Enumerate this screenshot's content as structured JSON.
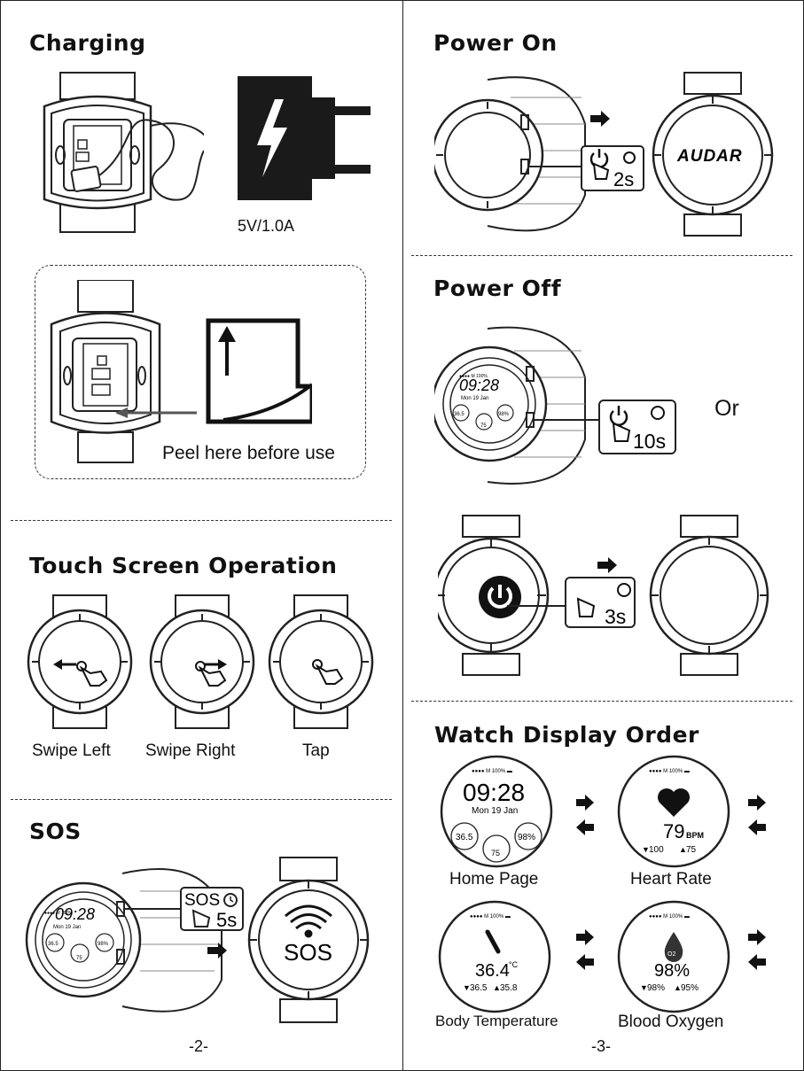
{
  "left": {
    "charging": {
      "title": "Charging",
      "adapter_spec": "5V/1.0A",
      "peel_caption": "Peel here before use"
    },
    "touch": {
      "title": "Touch Screen Operation",
      "gestures": [
        "Swipe Left",
        "Swipe Right",
        "Tap"
      ]
    },
    "sos": {
      "title": "SOS",
      "button_label": "SOS",
      "hold_time": "5s",
      "screen_text": "SOS",
      "watch_time": "09:28",
      "watch_date": "Mon 19 Jan",
      "watch_temp": "36.5",
      "watch_hr": "75",
      "watch_spo2": "98%"
    },
    "page_number": "-2-"
  },
  "right": {
    "power_on": {
      "title": "Power On",
      "hold_time": "2s",
      "brand": "AUDAR"
    },
    "power_off": {
      "title": "Power Off",
      "hold_time_button": "10s",
      "or_label": "Or",
      "hold_time_screen": "3s",
      "watch_time": "09:28",
      "watch_date": "Mon 19 Jan",
      "watch_temp": "36.5",
      "watch_hr": "75",
      "watch_spo2": "98%"
    },
    "display_order": {
      "title": "Watch Display Order",
      "status_bar": {
        "level": "M",
        "battery": "100%"
      },
      "screens": [
        {
          "label": "Home Page",
          "time": "09:28",
          "date": "Mon 19 Jan",
          "temp": "36.5",
          "hr": "75",
          "spo2": "98%"
        },
        {
          "label": "Heart Rate",
          "value": "79",
          "unit": "BPM",
          "high": "100",
          "low": "75"
        },
        {
          "label": "Body Temperature",
          "value": "36.4",
          "unit": "°C",
          "high": "36.5",
          "low": "35.8"
        },
        {
          "label": "Blood Oxygen",
          "value": "98%",
          "icon_text": "O2",
          "high": "98%",
          "low": "95%"
        }
      ]
    },
    "page_number": "-3-"
  }
}
